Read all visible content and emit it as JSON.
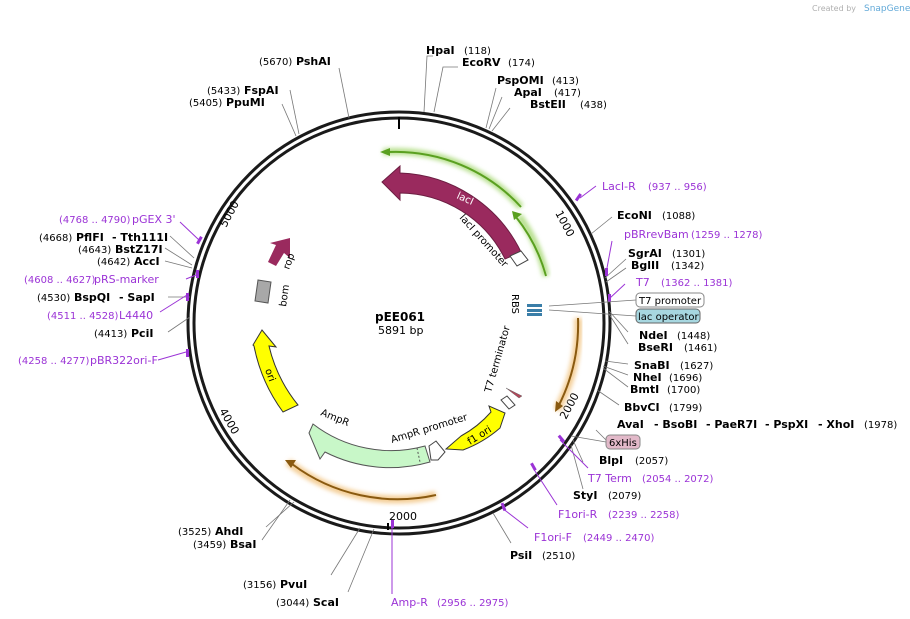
{
  "credit": {
    "prefix": "Created by",
    "brand": "SnapGene"
  },
  "plasmid": {
    "name": "pEE061",
    "length": "5891 bp"
  },
  "ticks": [
    "1000",
    "2000",
    "2000",
    "4000",
    "5000"
  ],
  "features": {
    "lacI": "lacI",
    "lacI_promoter": "lacI promoter",
    "rop": "rop",
    "bom": "bom",
    "ori": "ori",
    "AmpR": "AmpR",
    "AmpR_promoter": "AmpR promoter",
    "f1_ori": "f1 ori",
    "RBS": "RBS",
    "T7_terminator": "T7 terminator"
  },
  "boxes": {
    "t7_promoter": "T7 promoter",
    "lac_operator": "lac operator",
    "his": "6xHis"
  },
  "enzymes": {
    "HpaI": {
      "name": "HpaI",
      "pos": "(118)"
    },
    "EcoRV": {
      "name": "EcoRV",
      "pos": "(174)"
    },
    "PspOMI": {
      "name": "PspOMI",
      "pos": "(413)"
    },
    "ApaI": {
      "name": "ApaI",
      "pos": "(417)"
    },
    "BstEII": {
      "name": "BstEII",
      "pos": "(438)"
    },
    "EcoNI": {
      "name": "EcoNI",
      "pos": "(1088)"
    },
    "SgrAI": {
      "name": "SgrAI",
      "pos": "(1301)"
    },
    "BglII": {
      "name": "BglII",
      "pos": "(1342)"
    },
    "NdeI": {
      "name": "NdeI",
      "pos": "(1448)"
    },
    "BseRI": {
      "name": "BseRI",
      "pos": "(1461)"
    },
    "SnaBI": {
      "name": "SnaBI",
      "pos": "(1627)"
    },
    "NheI": {
      "name": "NheI",
      "pos": "(1696)"
    },
    "BmtI": {
      "name": "BmtI",
      "pos": "(1700)"
    },
    "BbvCI": {
      "name": "BbvCI",
      "pos": "(1799)"
    },
    "AvaI_group": {
      "names": [
        "AvaI",
        "- BsoBI",
        "- PaeR7I",
        "- PspXI",
        "- XhoI"
      ],
      "pos": "(1978)"
    },
    "BlpI": {
      "name": "BlpI",
      "pos": "(2057)"
    },
    "StyI": {
      "name": "StyI",
      "pos": "(2079)"
    },
    "PsiI": {
      "name": "PsiI",
      "pos": "(2510)"
    },
    "ScaI": {
      "name": "ScaI",
      "pos": "(3044)"
    },
    "PvuI": {
      "name": "PvuI",
      "pos": "(3156)"
    },
    "BsaI": {
      "name": "BsaI",
      "pos": "(3459)"
    },
    "AhdI": {
      "name": "AhdI",
      "pos": "(3525)"
    },
    "PciI": {
      "name": "PciI",
      "pos": "(4413)"
    },
    "BspQI": {
      "name": "BspQI",
      "pos": "(4530)",
      "extra": "- SapI"
    },
    "AccI": {
      "name": "AccI",
      "pos": "(4642)"
    },
    "BstZ17I": {
      "name": "BstZ17I",
      "pos": "(4643)"
    },
    "PflFI": {
      "name": "PflFI",
      "pos": "(4668)",
      "extra": "- Tth111I"
    },
    "PpuMI": {
      "name": "PpuMI",
      "pos": "(5405)"
    },
    "FspAI": {
      "name": "FspAI",
      "pos": "(5433)"
    },
    "PshAI": {
      "name": "PshAI",
      "pos": "(5670)"
    }
  },
  "primers": {
    "LacI_R": {
      "name": "LacI-R",
      "pos": "(937 .. 956)"
    },
    "pBRrevBam": {
      "name": "pBRrevBam",
      "pos": "(1259 .. 1278)"
    },
    "T7": {
      "name": "T7",
      "pos": "(1362 .. 1381)"
    },
    "T7_Term": {
      "name": "T7 Term",
      "pos": "(2054 .. 2072)"
    },
    "F1ori_R": {
      "name": "F1ori-R",
      "pos": "(2239 .. 2258)"
    },
    "F1ori_F": {
      "name": "F1ori-F",
      "pos": "(2449 .. 2470)"
    },
    "Amp_R": {
      "name": "Amp-R",
      "pos": "(2956 .. 2975)"
    },
    "pBR322ori_F": {
      "name": "pBR322ori-F",
      "pos": "(4258 .. 4277)"
    },
    "L4440": {
      "name": "L4440",
      "pos": "(4511 .. 4528)"
    },
    "pRS_marker": {
      "name": "pRS-marker",
      "pos": "(4608 .. 4627)"
    },
    "pGEX_3": {
      "name": "pGEX 3'",
      "pos": "(4768 .. 4790)"
    }
  },
  "colors": {
    "lacI": "#9a2a5e",
    "ori": "#ffff00",
    "AmpR": "#c8f7c8",
    "rop": "#9a2a5e",
    "bom": "#a8a8a8",
    "primer": "#9b33d6",
    "orf_green": "#5aa020",
    "orf_orange": "#c98a2a"
  }
}
